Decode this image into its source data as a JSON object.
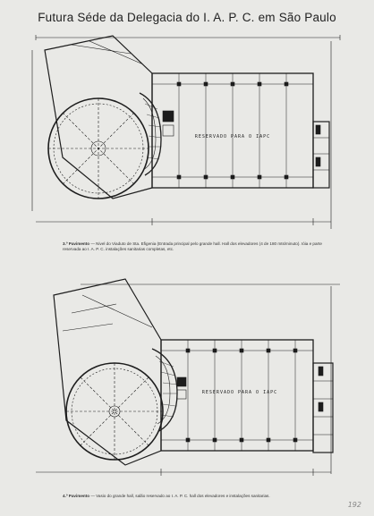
{
  "title": "Futura Séde da Delegacia do I. A. P. C. em São Paulo",
  "plans": [
    {
      "id": "upper",
      "reserved_label": "RESERVADO PARA O IAPC",
      "caption_label": "3.º Pavimento",
      "caption_text": "— Nivel do Viaduto de Sta. Efigenia (Entrada principal pelo grande hall. Hall dos elevadores (4 de 180 mts/minuto). Ióia e parte reservada ao I. A. P. C. instalações sanitarias completas, etc."
    },
    {
      "id": "lower",
      "reserved_label": "RESERVADO PARA O IAPC",
      "caption_label": "4.º Pavimento",
      "caption_text": "— Vasio do grande hall, salão reservado ao I. A. P. C. hall dos elevadores e instalações sanitarias."
    }
  ],
  "page_number": "192",
  "colors": {
    "ink": "#1d1d1d",
    "paper": "#e9e9e6"
  }
}
